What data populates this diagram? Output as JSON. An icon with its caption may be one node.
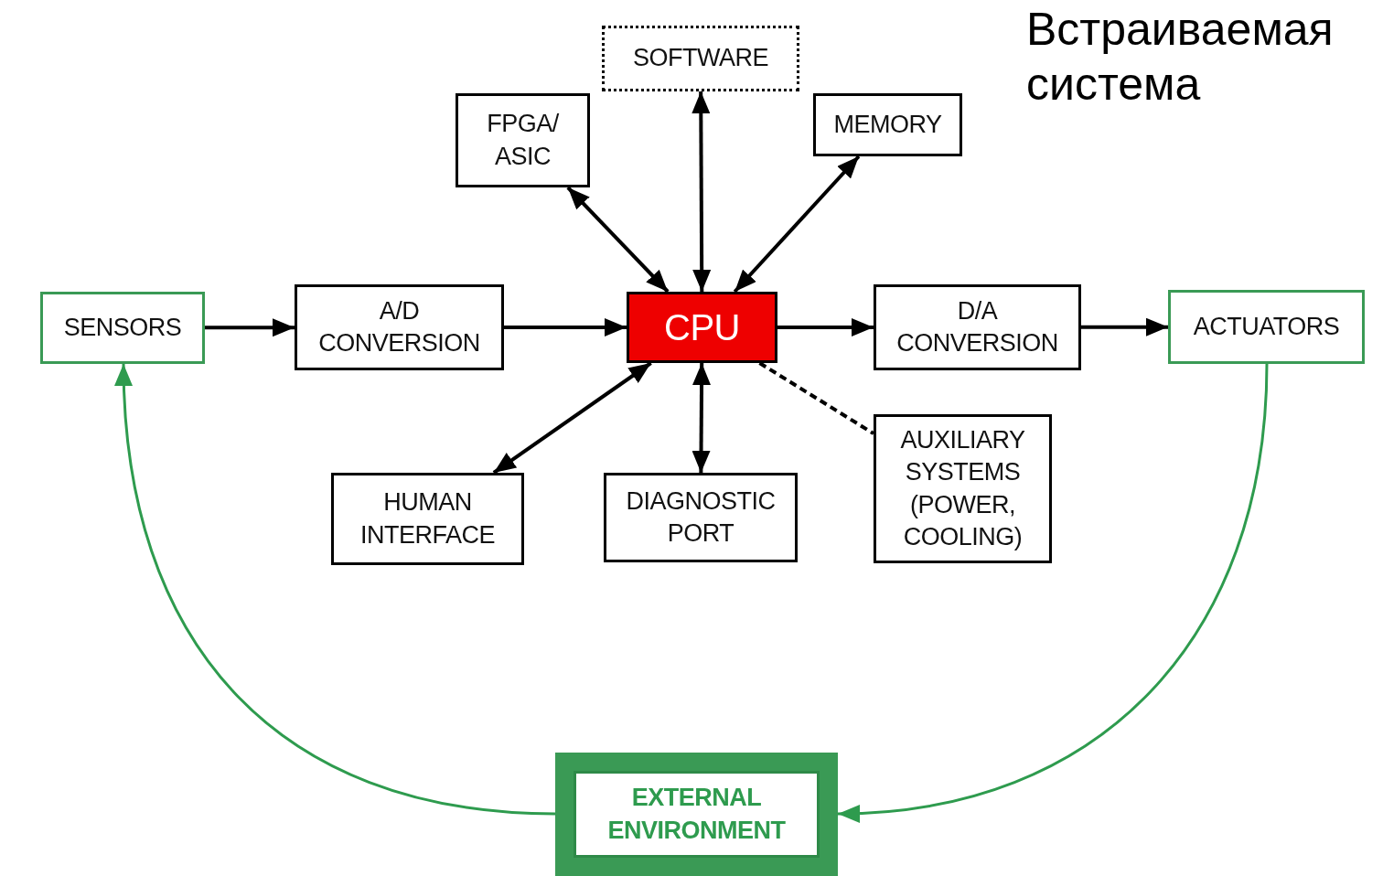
{
  "diagram": {
    "title": "Встраиваемая система",
    "nodes": [
      {
        "text": [
          "SOFTWARE"
        ]
      },
      {
        "text": [
          "FPGA/ ASIC"
        ]
      },
      {
        "text": [
          "MEMORY"
        ]
      },
      {
        "text": [
          "SENSORS"
        ]
      },
      {
        "text": [
          "A/D CONVERSION"
        ]
      },
      {
        "text": [
          "CPU"
        ]
      },
      {
        "text": [
          "D/A CONVERSION"
        ]
      },
      {
        "text": [
          "ACTUATORS"
        ]
      },
      {
        "text": [
          "HUMAN INTERFACE"
        ]
      },
      {
        "text": [
          "DIAGNOSTIC PORT"
        ]
      },
      {
        "text": [
          "AUXILIARY SYSTEMS (POWER, COOLING)"
        ]
      },
      {
        "text": [
          "EXTERNAL ENVIRONMENT"
        ]
      }
    ],
    "edges": [
      {
        "from": 3,
        "to": 4,
        "arrow": "to"
      },
      {
        "from": 4,
        "to": 5,
        "arrow": "to"
      },
      {
        "from": 5,
        "to": 6,
        "arrow": "to"
      },
      {
        "from": 6,
        "to": 7,
        "arrow": "to"
      },
      {
        "from": 5,
        "to": 0,
        "arrow": "both"
      },
      {
        "from": 5,
        "to": 1,
        "arrow": "both"
      },
      {
        "from": 5,
        "to": 2,
        "arrow": "both"
      },
      {
        "from": 5,
        "to": 8,
        "arrow": "both"
      },
      {
        "from": 5,
        "to": 9,
        "arrow": "both"
      },
      {
        "from": 5,
        "to": 10,
        "arrow": "none",
        "style": "dashed"
      },
      {
        "from": 7,
        "to": 11,
        "arrow": "to",
        "color": "#2e9b4e"
      },
      {
        "from": 11,
        "to": 3,
        "arrow": "to",
        "color": "#2e9b4e"
      }
    ]
  }
}
